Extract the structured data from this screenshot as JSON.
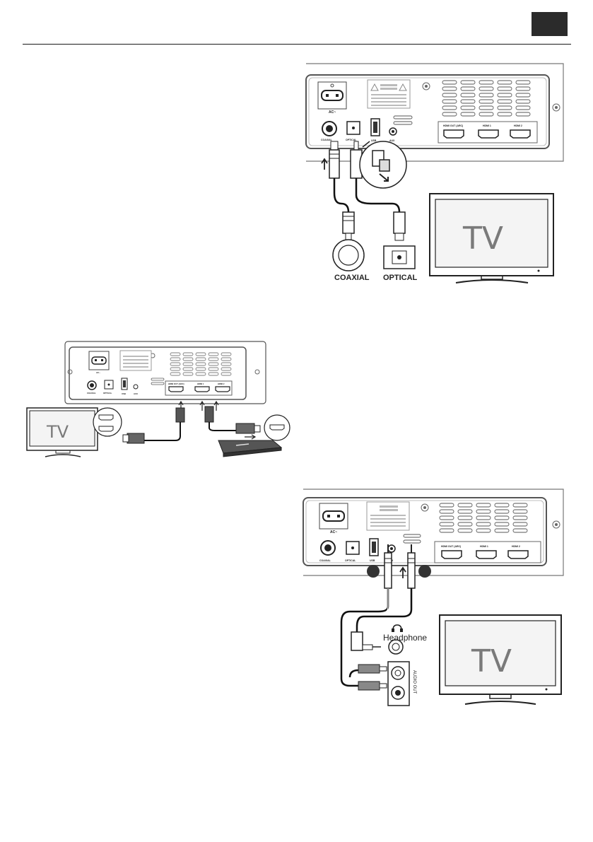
{
  "page": {
    "has_header_tab": true
  },
  "fig_coax_optical": {
    "panel": {
      "ac_label": "AC~",
      "port_coaxial": "COAXIAL",
      "port_optical": "OPTICAL",
      "port_usb": "USB",
      "port_aux": "AUX",
      "port_hdmi_out": "HDMI OUT (ARC)",
      "port_hdmi1": "HDMI 1",
      "port_hdmi2": "HDMI 2"
    },
    "caption_coaxial": "COAXIAL",
    "caption_optical": "OPTICAL",
    "tv_label": "TV"
  },
  "fig_hdmi": {
    "tv_label": "TV",
    "panel": {
      "ac_label": "AC~",
      "port_coaxial": "COAXIAL",
      "port_optical": "OPTICAL",
      "port_usb": "USB",
      "port_aux": "AUX",
      "port_hdmi_out": "HDMI OUT (ARC)",
      "port_hdmi1": "HDMI 1",
      "port_hdmi2": "HDMI 2"
    }
  },
  "fig_aux": {
    "panel": {
      "ac_label": "AC~",
      "port_coaxial": "COAXIAL",
      "port_optical": "OPTICAL",
      "port_usb": "USB",
      "port_aux": "AUX",
      "port_hdmi_out": "HDMI OUT (ARC)",
      "port_hdmi1": "HDMI 1",
      "port_hdmi2": "HDMI 2"
    },
    "headphone_label": "Headphone",
    "audio_out_label": "AUDIO OUT",
    "tv_label": "TV"
  }
}
